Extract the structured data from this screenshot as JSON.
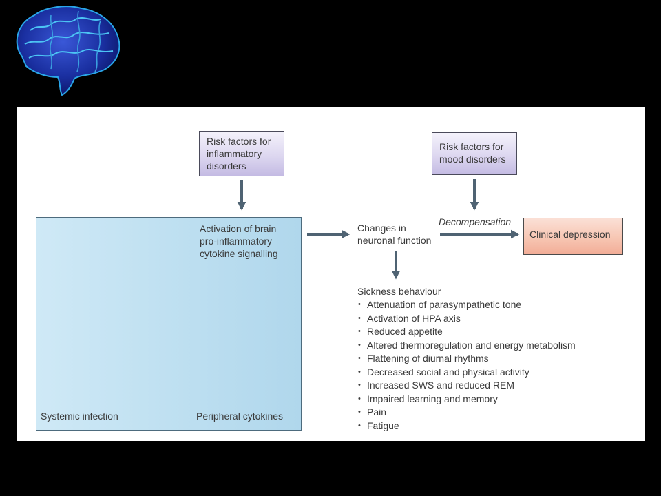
{
  "diagram": {
    "risk_inflammatory": [
      "Risk factors for",
      "inflammatory",
      "disorders"
    ],
    "risk_mood": [
      "Risk factors for",
      "mood disorders"
    ],
    "activation_brain": [
      "Activation of brain",
      "pro-inflammatory",
      "cytokine signalling"
    ],
    "changes_neuronal": [
      "Changes in",
      "neuronal function"
    ],
    "decompensation": "Decompensation",
    "clinical_depression": "Clinical depression",
    "systemic_infection": "Systemic infection",
    "peripheral_cytokines": "Peripheral cytokines",
    "sickness_title": "Sickness behaviour",
    "sickness_items": [
      "Attenuation of parasympathetic tone",
      "Activation of HPA axis",
      "Reduced appetite",
      "Altered thermoregulation and energy metabolism",
      "Flattening of diurnal rhythms",
      "Decreased social and physical activity",
      "Increased SWS and reduced REM",
      "Impaired learning and memory",
      "Pain",
      "Fatigue"
    ]
  },
  "colors": {
    "arrow": "#4f6373",
    "purple_box": "#c4bbe3",
    "blue_box": "#bfe0f1",
    "salmon_box": "#f7c6b3",
    "background": "#000000",
    "panel": "#ffffff"
  }
}
